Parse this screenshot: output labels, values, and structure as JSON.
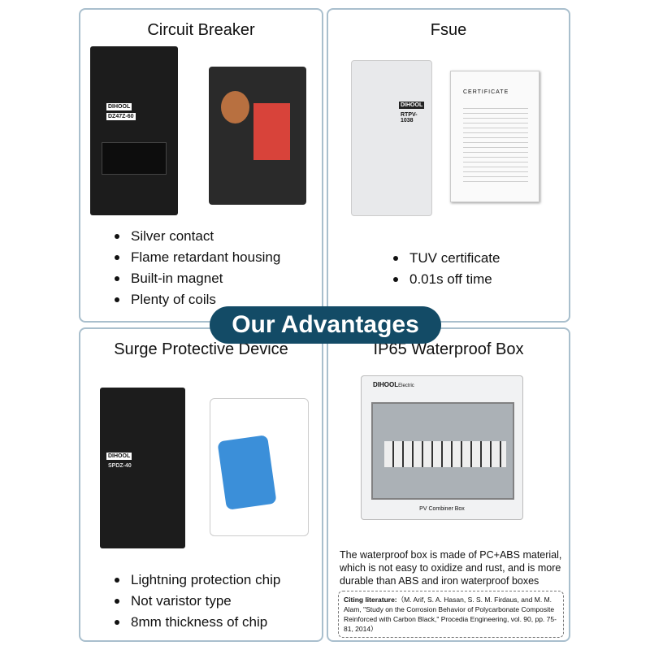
{
  "banner": "Our Advantages",
  "panels": [
    {
      "title": "Circuit Breaker",
      "features": [
        "Silver contact",
        "Flame retardant housing",
        "Built-in magnet",
        "Plenty of coils"
      ],
      "device_label": "DIHOOL",
      "model": "DZ47Z-60"
    },
    {
      "title": "Fsue",
      "features": [
        "TUV certificate",
        "0.01s off time"
      ],
      "device_label": "DIHOOL",
      "model": "RTPV-1038",
      "cert_title": "CERTIFICATE"
    },
    {
      "title": "Surge Protective Device",
      "features": [
        "Lightning protection chip",
        "Not varistor type",
        "8mm thickness of chip"
      ],
      "device_label": "DIHOOL",
      "model": "SPDZ-40"
    },
    {
      "title": "IP65 Waterproof Box",
      "device_label": "DIHOOL",
      "device_suffix": "Electric",
      "box_label": "PV Combiner Box",
      "description": "The waterproof box is made of PC+ABS material, which is not easy to oxidize and rust, and is more durable than ABS and iron waterproof boxes",
      "citation_label": "Citing literature:",
      "citation": "（M. Arif, S. A. Hasan, S. S. M. Firdaus, and M. M. Alam, \"Study on the Corrosion Behavior of Polycarbonate Composite Reinforced with Carbon Black,\" Procedia Engineering, vol. 90, pp. 75-81, 2014）"
    }
  ],
  "colors": {
    "banner": "#134b66",
    "border": "#a9bfcd"
  }
}
